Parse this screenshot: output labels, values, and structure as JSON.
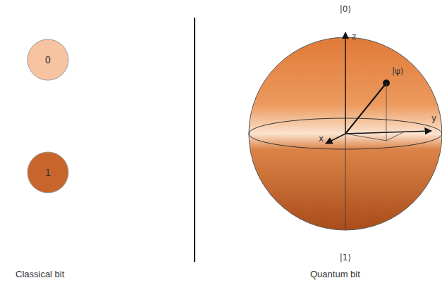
{
  "diagram": {
    "nodes": [
      {
        "text": [
          "0"
        ]
      },
      {
        "text": [
          "1"
        ]
      }
    ],
    "labels": [
      "|0⟩",
      "z",
      "|ψ⟩",
      "x",
      "y",
      "|1⟩",
      "Classical bit",
      "Quantum bit"
    ]
  }
}
